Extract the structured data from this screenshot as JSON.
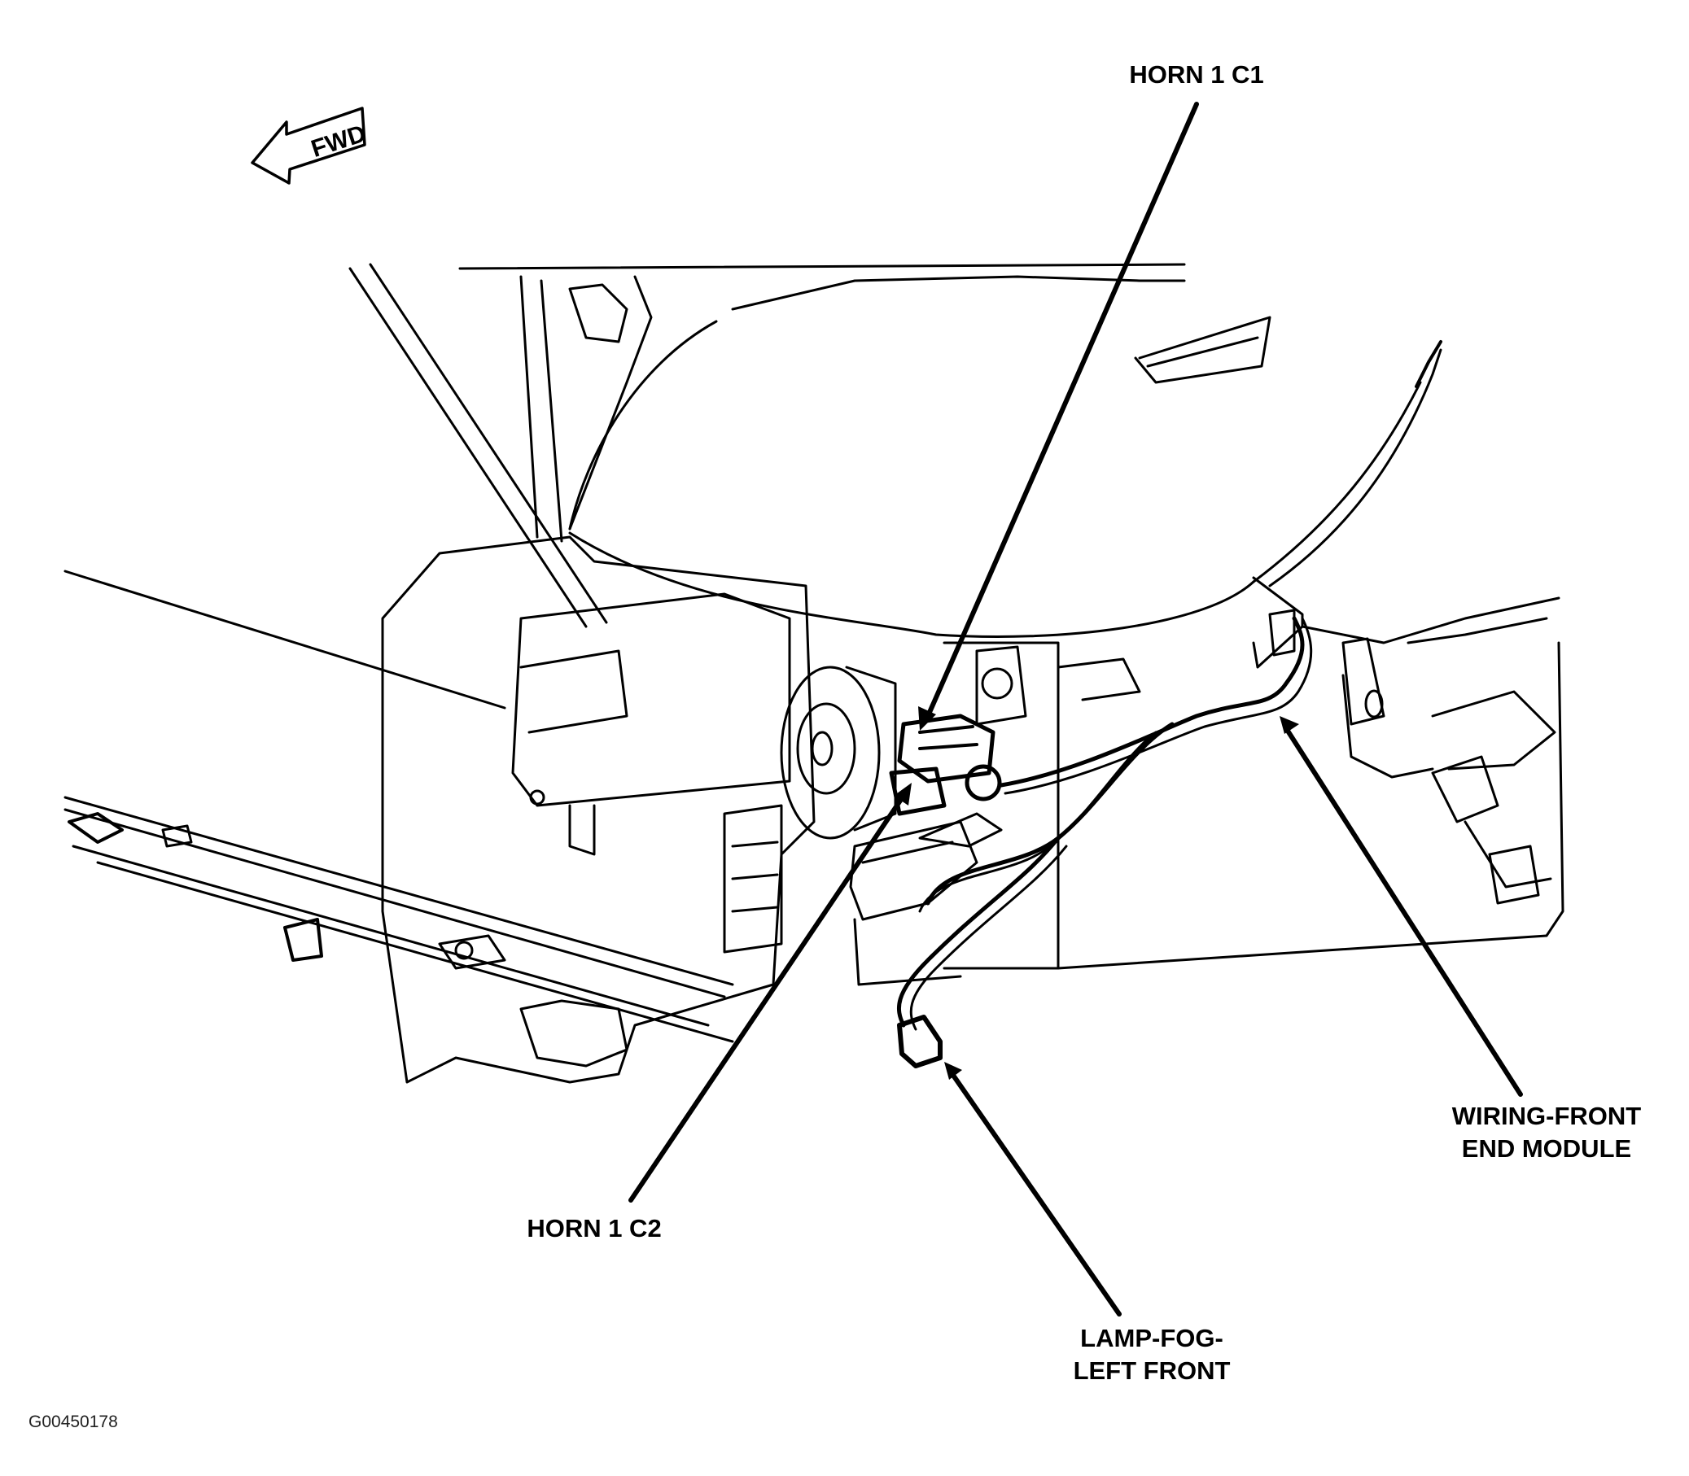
{
  "fwd_arrow": {
    "text": "FWD",
    "icon": "fwd-arrow-icon"
  },
  "labels": {
    "horn_c1": [
      "HORN 1 C1"
    ],
    "horn_c2": [
      "HORN 1 C2"
    ],
    "wiring_front_end_module": [
      "WIRING-FRONT",
      "END MODULE"
    ],
    "lamp_fog_left_front": [
      "LAMP-FOG-",
      "LEFT FRONT"
    ]
  },
  "reference_code": "G00450178",
  "colors": {
    "ink": "#000000",
    "background": "#ffffff"
  }
}
